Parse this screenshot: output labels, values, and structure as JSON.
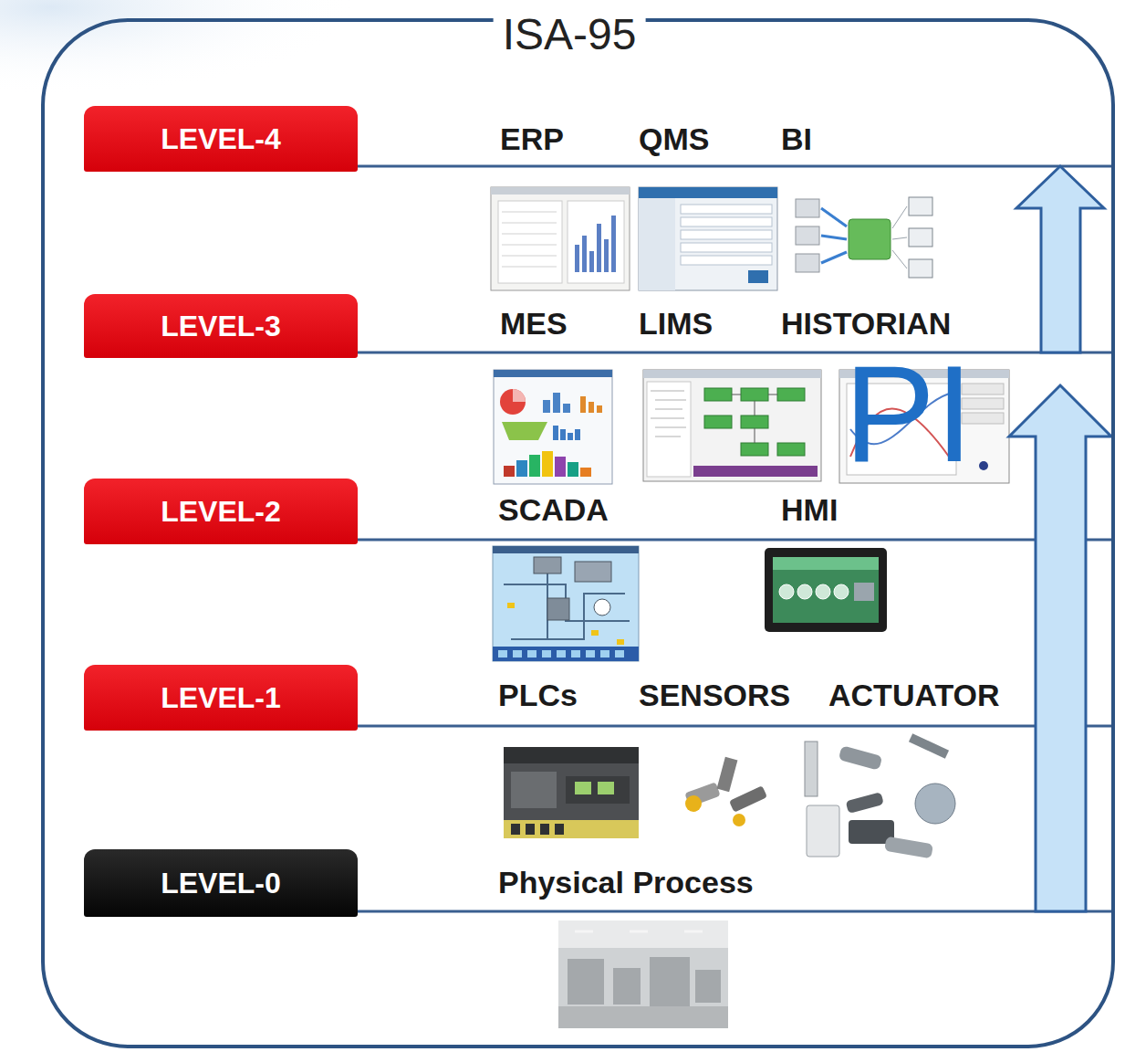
{
  "diagram": {
    "nodes": [
      {
        "text": [
          "ISA-95"
        ]
      },
      {
        "text": [
          "LEVEL-4"
        ],
        "in": 0
      },
      {
        "text": [
          "LEVEL-3"
        ],
        "in": 0
      },
      {
        "text": [
          "LEVEL-2"
        ],
        "in": 0
      },
      {
        "text": [
          "LEVEL-1"
        ],
        "in": 0
      },
      {
        "text": [
          "LEVEL-0"
        ],
        "in": 0
      }
    ],
    "labels": [
      "ERP",
      "QMS",
      "BI",
      "MES",
      "LIMS",
      "HISTORIAN",
      "PI",
      "SCADA",
      "HMI",
      "PLCs",
      "SENSORS",
      "ACTUATOR",
      "Physical Process"
    ]
  }
}
